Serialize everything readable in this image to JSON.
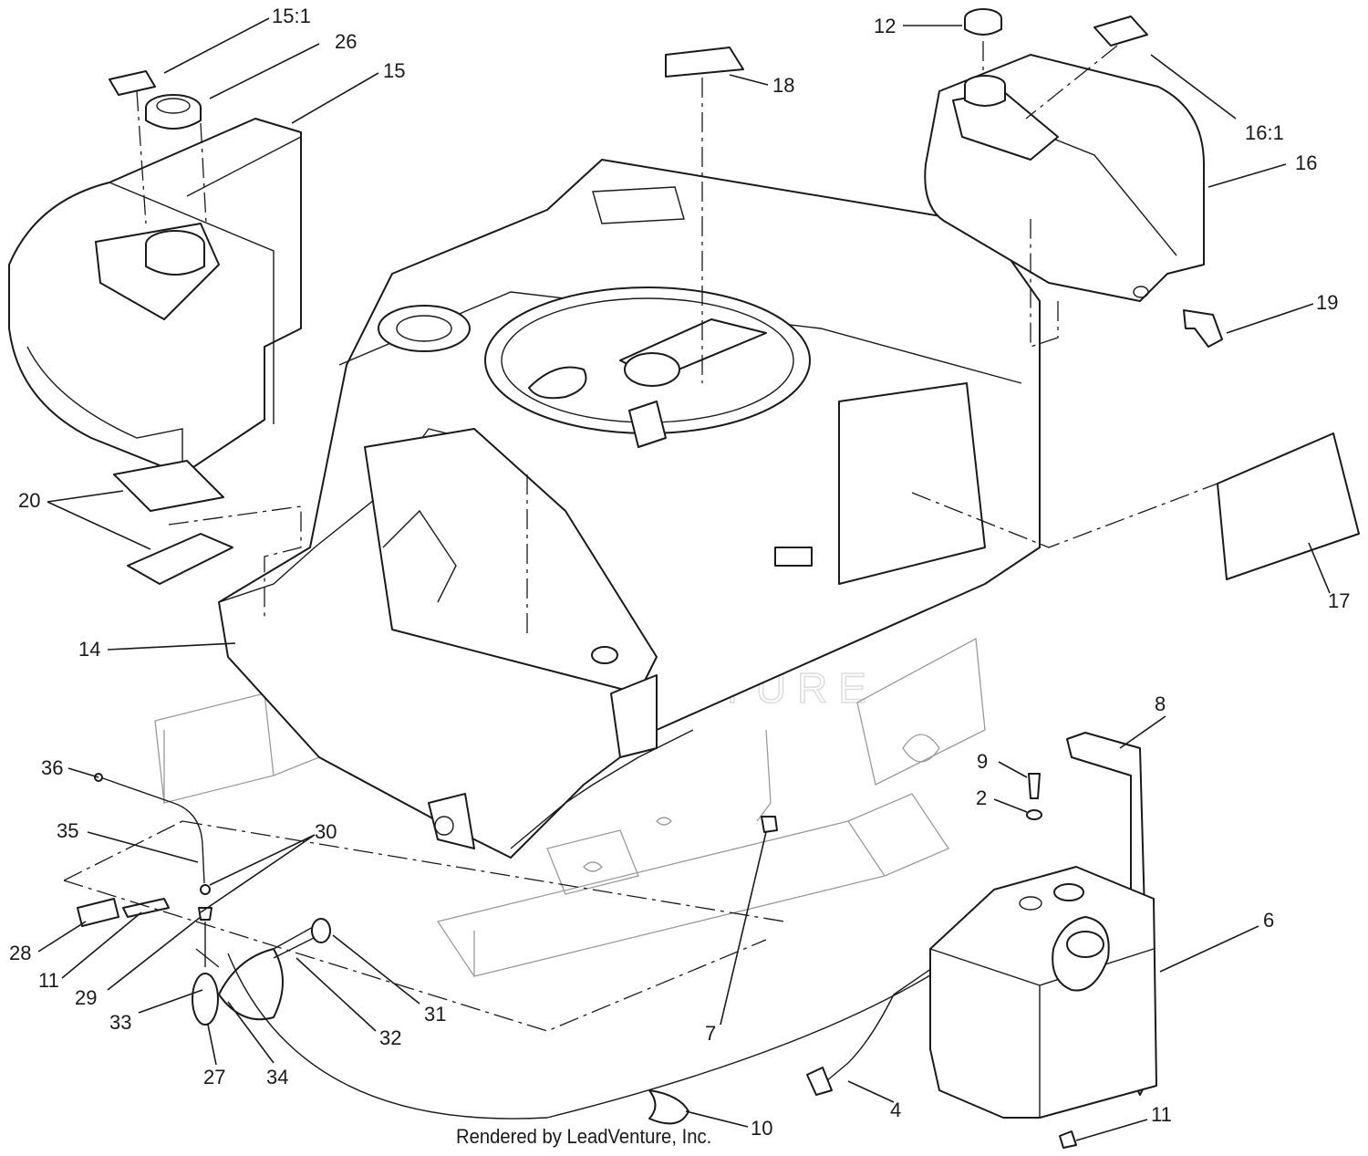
{
  "diagram": {
    "credit": "Rendered by LeadVenture, Inc.",
    "watermark": "LEADVENTURE",
    "callouts": [
      {
        "id": "c-15-1",
        "label": "15:1"
      },
      {
        "id": "c-26",
        "label": "26"
      },
      {
        "id": "c-15",
        "label": "15"
      },
      {
        "id": "c-18",
        "label": "18"
      },
      {
        "id": "c-12",
        "label": "12"
      },
      {
        "id": "c-16-1",
        "label": "16:1"
      },
      {
        "id": "c-16",
        "label": "16"
      },
      {
        "id": "c-19",
        "label": "19"
      },
      {
        "id": "c-17",
        "label": "17"
      },
      {
        "id": "c-20",
        "label": "20"
      },
      {
        "id": "c-14",
        "label": "14"
      },
      {
        "id": "c-36",
        "label": "36"
      },
      {
        "id": "c-35",
        "label": "35"
      },
      {
        "id": "c-30",
        "label": "30"
      },
      {
        "id": "c-28",
        "label": "28"
      },
      {
        "id": "c-11a",
        "label": "11"
      },
      {
        "id": "c-29",
        "label": "29"
      },
      {
        "id": "c-33",
        "label": "33"
      },
      {
        "id": "c-27",
        "label": "27"
      },
      {
        "id": "c-34",
        "label": "34"
      },
      {
        "id": "c-32",
        "label": "32"
      },
      {
        "id": "c-31",
        "label": "31"
      },
      {
        "id": "c-7",
        "label": "7"
      },
      {
        "id": "c-8",
        "label": "8"
      },
      {
        "id": "c-9",
        "label": "9"
      },
      {
        "id": "c-2",
        "label": "2"
      },
      {
        "id": "c-6",
        "label": "6"
      },
      {
        "id": "c-4",
        "label": "4"
      },
      {
        "id": "c-10",
        "label": "10"
      },
      {
        "id": "c-11b",
        "label": "11"
      }
    ]
  }
}
